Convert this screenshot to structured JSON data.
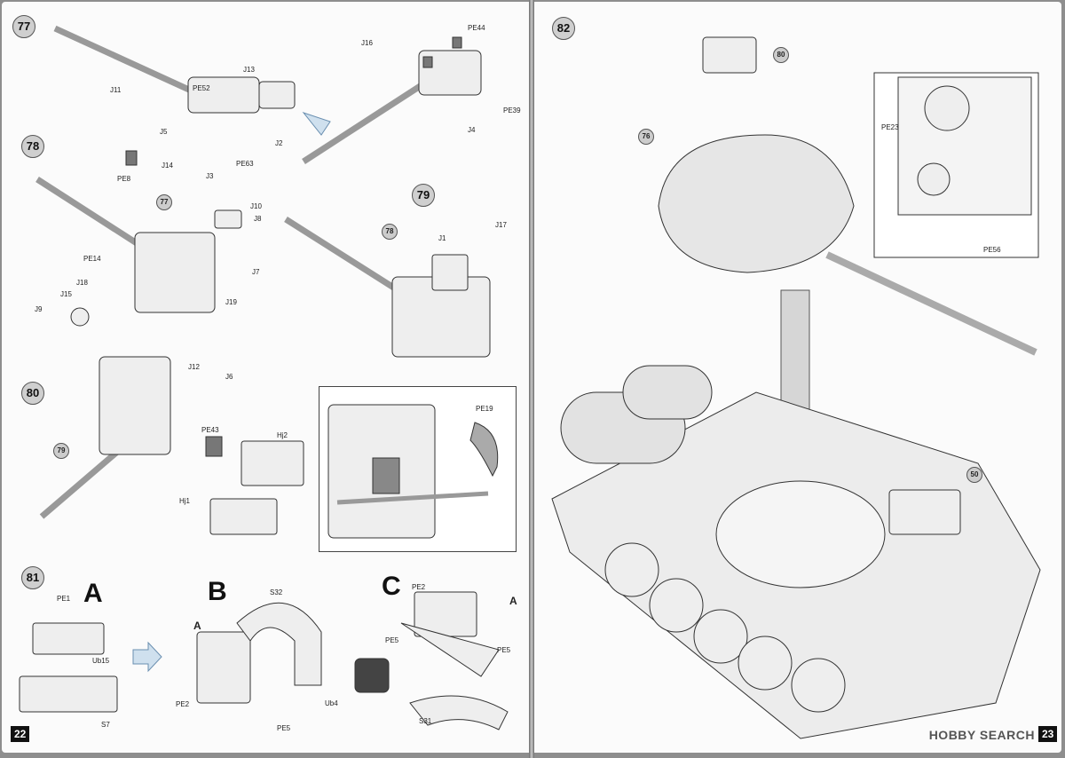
{
  "steps": {
    "s77": {
      "number": "77",
      "labels": {
        "J16": "J16",
        "PE44": "PE44",
        "J11": "J11",
        "J13": "J13",
        "PE52": "PE52",
        "J5": "J5",
        "J2": "J2",
        "J14": "J14",
        "J3": "J3",
        "PE63": "PE63",
        "PE8": "PE8",
        "PE39": "PE39",
        "J4": "J4"
      }
    },
    "s78": {
      "number": "78",
      "ref": "77",
      "labels": {
        "J10": "J10",
        "J8": "J8",
        "PE14": "PE14",
        "J7": "J7",
        "J18": "J18",
        "J15": "J15",
        "J9": "J9",
        "J19": "J19"
      }
    },
    "s79": {
      "number": "79",
      "ref": "78",
      "labels": {
        "J17": "J17",
        "J1": "J1",
        "PE19": "PE19"
      }
    },
    "s80": {
      "number": "80",
      "ref": "79",
      "labels": {
        "J12": "J12",
        "J6": "J6",
        "PE43": "PE43",
        "Hj2": "Hj2",
        "Hj1": "Hj1"
      }
    },
    "s81": {
      "number": "81",
      "A": "A",
      "B": "B",
      "C": "C",
      "labels": {
        "PE1": "PE1",
        "Ub15": "Ub15",
        "S7": "S7",
        "S32": "S32",
        "A_sub": "A",
        "PE2": "PE2",
        "PE5": "PE5",
        "Ub4": "Ub4",
        "C_PE2": "PE2",
        "C_A": "A",
        "C_PE5": "PE5",
        "C_PE5b": "PE5",
        "S31": "S31"
      }
    },
    "s82": {
      "number": "82",
      "ref80": "80",
      "ref76": "76",
      "ref50": "50",
      "labels": {
        "PE23": "PE23",
        "PE56": "PE56"
      }
    }
  },
  "pages": {
    "left": "22",
    "right": "23"
  },
  "watermark": "HOBBY SEARCH"
}
